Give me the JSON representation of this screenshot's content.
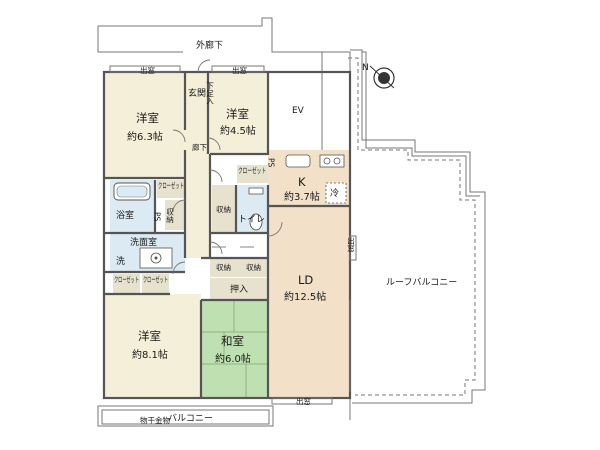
{
  "colors": {
    "western_room": "#f4efd8",
    "ld_floor": "#f3e0c8",
    "storage": "#e7e2ce",
    "wet_area": "#dbeaf3",
    "tatami": "#bfe0b0",
    "tatami_line": "#8cb67e",
    "balcony_line": "#777777",
    "wall": "#555555"
  },
  "labels": {
    "corridor_outside": "外廊下",
    "bay_window_top_left": "出窓",
    "bay_window_top_mid": "出窓",
    "bay_window_right": "出窓",
    "bay_window_bottom": "出窓",
    "entrance": "玄関",
    "shoe_storage": "下足入",
    "hallway": "廊下",
    "ev": "EV",
    "closet_1": "クローゼット",
    "closet_2": "クローゼット",
    "closet_3": "クローゼット",
    "closet_4": "クローゼット",
    "ps_1": "PS",
    "ps_2": "PS",
    "storage_1": "収納",
    "storage_2": "収納",
    "storage_3": "収納",
    "storage_4": "収納",
    "bathroom": "浴室",
    "washroom": "洗面室",
    "wash_machine": "洗",
    "toilet": "トイレ",
    "fridge": "冷",
    "oshiire": "押入",
    "roof_balcony": "ルーフバルコニー",
    "balcony": "バルコニー",
    "laundry_hanger": "物干金物"
  },
  "rooms": {
    "western_1": {
      "name": "洋室",
      "area": "約6.3帖"
    },
    "western_2": {
      "name": "洋室",
      "area": "約4.5帖"
    },
    "western_3": {
      "name": "洋室",
      "area": "約8.1帖"
    },
    "kitchen": {
      "name": "K",
      "area": "約3.7帖"
    },
    "ld": {
      "name": "LD",
      "area": "約12.5帖"
    },
    "washitsu": {
      "name": "和室",
      "area": "約6.0帖"
    }
  },
  "icons": {
    "compass": "compass-north-icon",
    "bathtub": "bathtub-icon",
    "toilet": "toilet-icon",
    "sink": "sink-icon",
    "stove": "stove-icon"
  }
}
